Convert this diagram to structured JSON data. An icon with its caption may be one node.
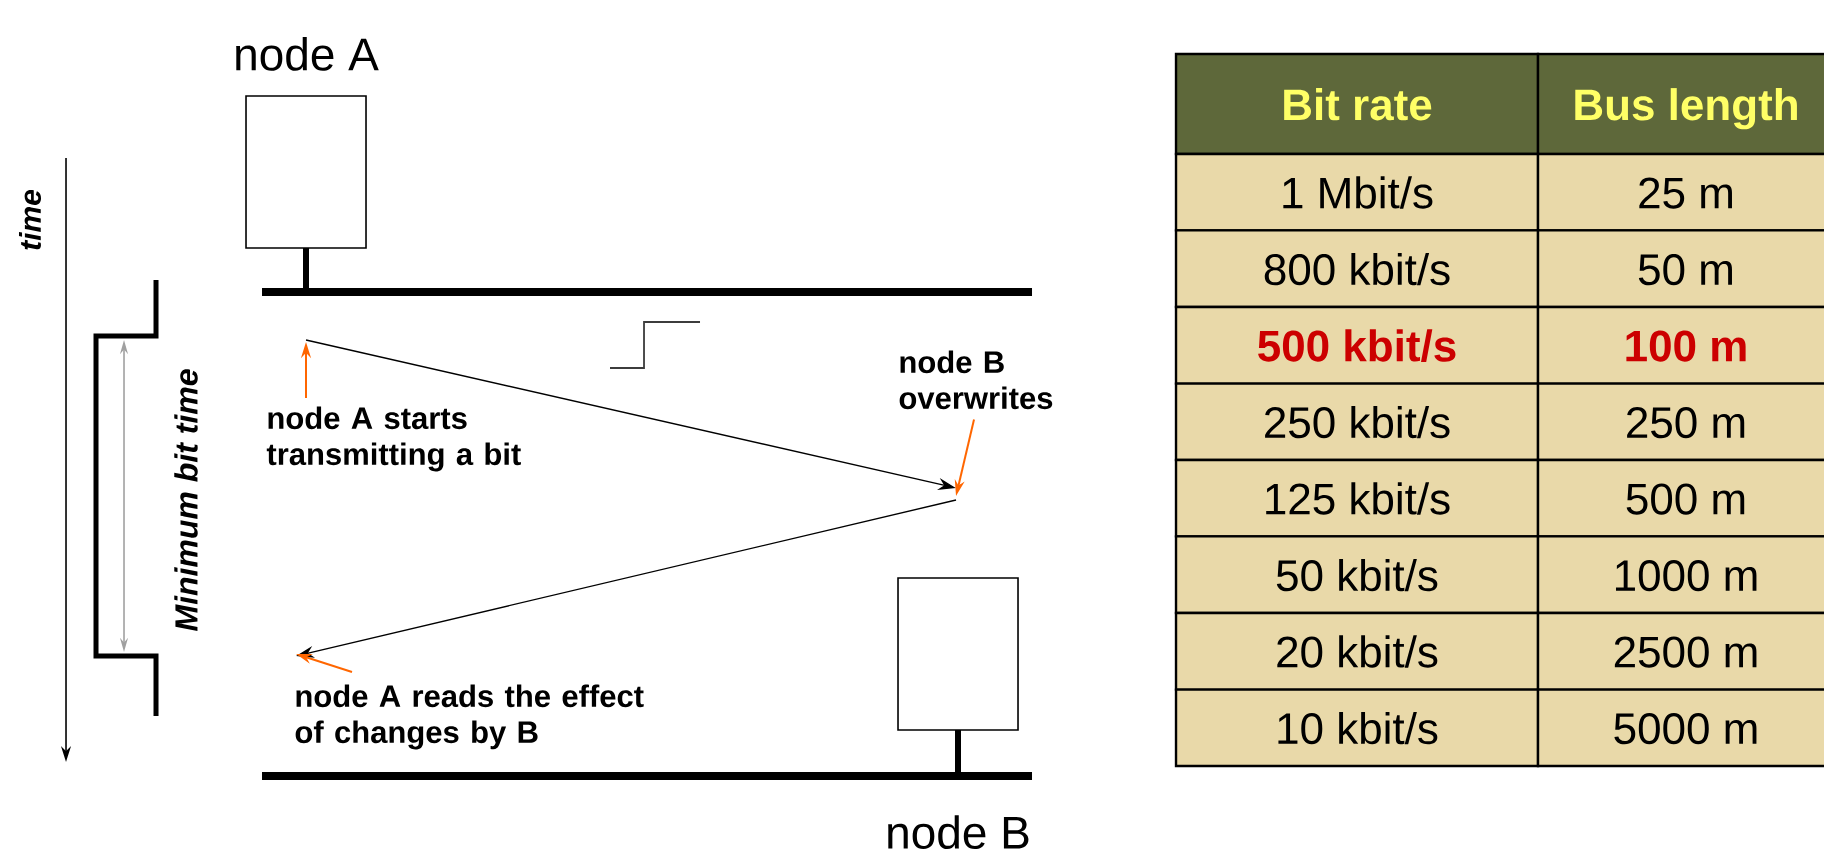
{
  "diagram": {
    "nodes": [
      {
        "text": [
          "node A"
        ]
      },
      {
        "text": [
          "node B"
        ]
      },
      {
        "text": [
          "node A starts transmitting a bit"
        ]
      },
      {
        "text": [
          "node B overwrites"
        ]
      },
      {
        "text": [
          "node A reads the effect of changes by B"
        ]
      }
    ],
    "edges": [
      {
        "from": 2,
        "to": null,
        "arrow": "to",
        "color": "#ff6600"
      },
      {
        "from": 3,
        "to": null,
        "arrow": "to",
        "color": "#ff6600"
      },
      {
        "from": 4,
        "to": null,
        "arrow": "to",
        "color": "#ff6600"
      }
    ],
    "labels": [
      "time",
      "Minimum bit time",
      "Bit rate",
      "Bus length",
      "1 Mbit/s",
      "25 m",
      "800 kbit/s",
      "50 m",
      "500 kbit/s",
      "100 m",
      "250 kbit/s",
      "250 m",
      "125 kbit/s",
      "500 m",
      "50 kbit/s",
      "1000 m",
      "20 kbit/s",
      "2500 m",
      "10 kbit/s",
      "5000 m"
    ]
  }
}
